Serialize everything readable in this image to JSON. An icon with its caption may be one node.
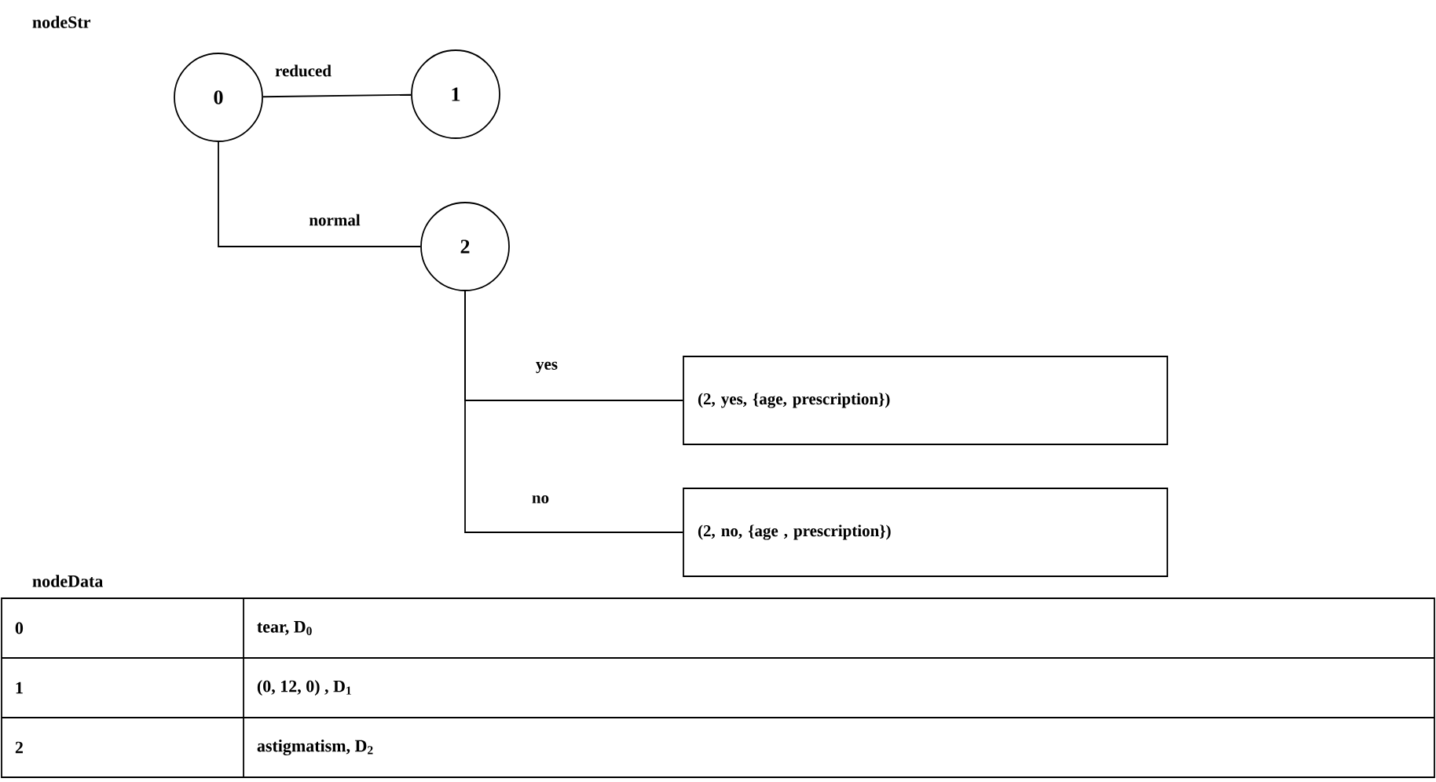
{
  "diagram": {
    "nodes": [
      {
        "text": [
          "0"
        ]
      },
      {
        "text": [
          "1"
        ]
      },
      {
        "text": [
          "2"
        ]
      },
      {
        "text": [
          "(2, yes, {age, prescription})"
        ]
      },
      {
        "text": [
          "(2, no, {age , prescription})"
        ]
      }
    ],
    "edges": [
      {
        "from": 0,
        "to": 1,
        "arrow": "none",
        "label": "reduced"
      },
      {
        "from": 0,
        "to": 2,
        "arrow": "none",
        "label": "normal"
      },
      {
        "from": 2,
        "to": 3,
        "arrow": "none",
        "label": "yes"
      },
      {
        "from": 2,
        "to": 4,
        "arrow": "none",
        "label": "no"
      }
    ],
    "labels": [
      "nodeStr",
      "nodeData",
      "0",
      "tear, D$_{0}$",
      "1",
      "(0, 12, 0) , D$_{1}$",
      "2",
      "astigmatism, D$_{2}$"
    ]
  }
}
